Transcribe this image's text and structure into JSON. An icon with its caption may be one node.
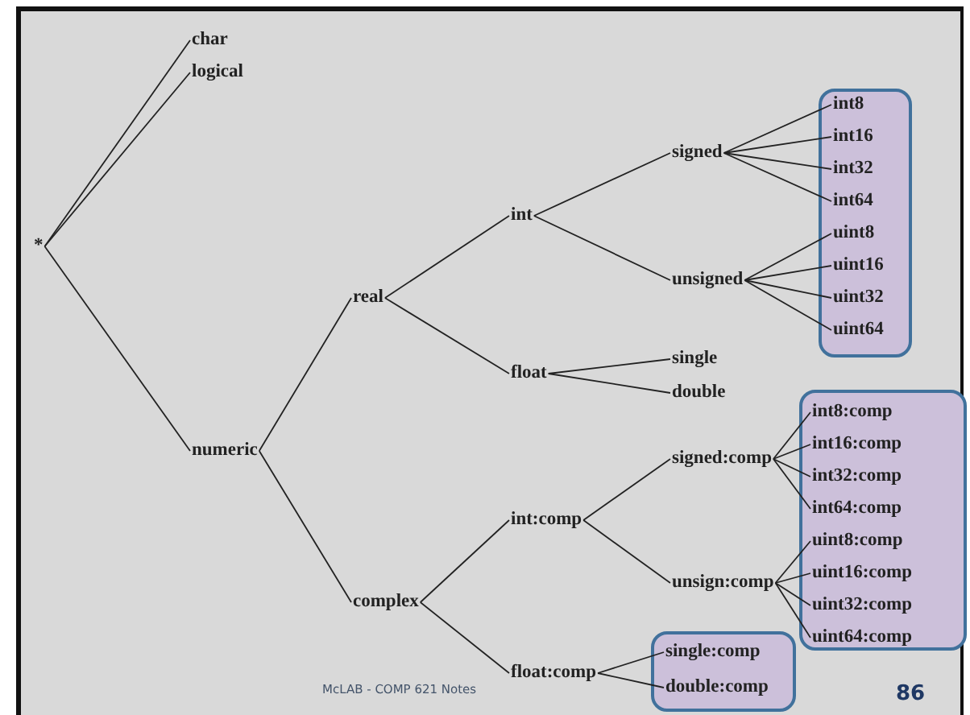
{
  "diagram": {
    "nodes": [
      {
        "text": [
          "*"
        ]
      },
      {
        "text": [
          "char"
        ]
      },
      {
        "text": [
          "logical"
        ]
      },
      {
        "text": [
          "numeric"
        ]
      },
      {
        "text": [
          "real"
        ]
      },
      {
        "text": [
          "complex"
        ]
      },
      {
        "text": [
          "int"
        ]
      },
      {
        "text": [
          "float"
        ]
      },
      {
        "text": [
          "signed"
        ]
      },
      {
        "text": [
          "unsigned"
        ]
      },
      {
        "text": [],
        "shape": "box"
      },
      {
        "text": [
          "int8"
        ],
        "in": 10
      },
      {
        "text": [
          "int16"
        ],
        "in": 10
      },
      {
        "text": [
          "int32"
        ],
        "in": 10
      },
      {
        "text": [
          "int64"
        ],
        "in": 10
      },
      {
        "text": [
          "uint8"
        ],
        "in": 10
      },
      {
        "text": [
          "uint16"
        ],
        "in": 10
      },
      {
        "text": [
          "uint32"
        ],
        "in": 10
      },
      {
        "text": [
          "uint64"
        ],
        "in": 10
      },
      {
        "text": [
          "single"
        ]
      },
      {
        "text": [
          "double"
        ]
      },
      {
        "text": [
          "int:comp"
        ]
      },
      {
        "text": [
          "float:comp"
        ]
      },
      {
        "text": [
          "signed:comp"
        ]
      },
      {
        "text": [
          "unsign:comp"
        ]
      },
      {
        "text": [],
        "shape": "box"
      },
      {
        "text": [
          "int8:comp"
        ],
        "in": 25
      },
      {
        "text": [
          "int16:comp"
        ],
        "in": 25
      },
      {
        "text": [
          "int32:comp"
        ],
        "in": 25
      },
      {
        "text": [
          "int64:comp"
        ],
        "in": 25
      },
      {
        "text": [
          "uint8:comp"
        ],
        "in": 25
      },
      {
        "text": [
          "uint16:comp"
        ],
        "in": 25
      },
      {
        "text": [
          "uint32:comp"
        ],
        "in": 25
      },
      {
        "text": [
          "uint64:comp"
        ],
        "in": 25
      },
      {
        "text": [],
        "shape": "box"
      },
      {
        "text": [
          "single:comp"
        ],
        "in": 34
      },
      {
        "text": [
          "double:comp"
        ],
        "in": 34
      }
    ],
    "edges": [
      {
        "from": 0,
        "to": 1,
        "arrow": "none"
      },
      {
        "from": 0,
        "to": 2,
        "arrow": "none"
      },
      {
        "from": 0,
        "to": 3,
        "arrow": "none"
      },
      {
        "from": 3,
        "to": 4,
        "arrow": "none"
      },
      {
        "from": 3,
        "to": 5,
        "arrow": "none"
      },
      {
        "from": 4,
        "to": 6,
        "arrow": "none"
      },
      {
        "from": 4,
        "to": 7,
        "arrow": "none"
      },
      {
        "from": 6,
        "to": 8,
        "arrow": "none"
      },
      {
        "from": 6,
        "to": 9,
        "arrow": "none"
      },
      {
        "from": 8,
        "to": 11,
        "arrow": "none"
      },
      {
        "from": 8,
        "to": 12,
        "arrow": "none"
      },
      {
        "from": 8,
        "to": 13,
        "arrow": "none"
      },
      {
        "from": 8,
        "to": 14,
        "arrow": "none"
      },
      {
        "from": 9,
        "to": 15,
        "arrow": "none"
      },
      {
        "from": 9,
        "to": 16,
        "arrow": "none"
      },
      {
        "from": 9,
        "to": 17,
        "arrow": "none"
      },
      {
        "from": 9,
        "to": 18,
        "arrow": "none"
      },
      {
        "from": 7,
        "to": 19,
        "arrow": "none"
      },
      {
        "from": 7,
        "to": 20,
        "arrow": "none"
      },
      {
        "from": 5,
        "to": 21,
        "arrow": "none"
      },
      {
        "from": 5,
        "to": 22,
        "arrow": "none"
      },
      {
        "from": 21,
        "to": 23,
        "arrow": "none"
      },
      {
        "from": 21,
        "to": 24,
        "arrow": "none"
      },
      {
        "from": 23,
        "to": 26,
        "arrow": "none"
      },
      {
        "from": 23,
        "to": 27,
        "arrow": "none"
      },
      {
        "from": 23,
        "to": 28,
        "arrow": "none"
      },
      {
        "from": 23,
        "to": 29,
        "arrow": "none"
      },
      {
        "from": 24,
        "to": 30,
        "arrow": "none"
      },
      {
        "from": 24,
        "to": 31,
        "arrow": "none"
      },
      {
        "from": 24,
        "to": 32,
        "arrow": "none"
      },
      {
        "from": 24,
        "to": 33,
        "arrow": "none"
      },
      {
        "from": 22,
        "to": 35,
        "arrow": "none"
      },
      {
        "from": 22,
        "to": 36,
        "arrow": "none"
      }
    ],
    "labels": [
      "McLAB - COMP 621 Notes",
      "86"
    ]
  }
}
